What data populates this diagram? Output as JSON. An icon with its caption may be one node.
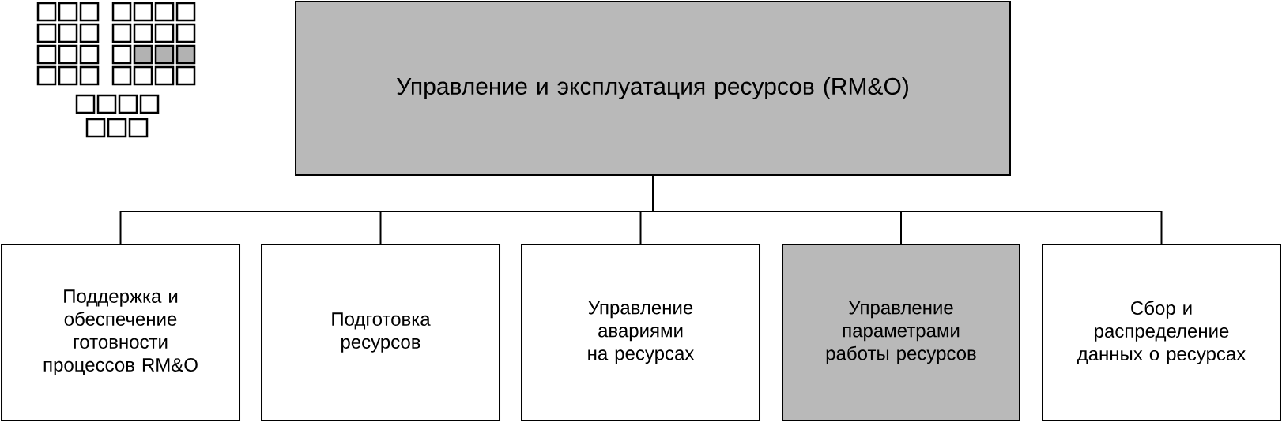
{
  "diagram": {
    "nodes": [
      {
        "text": [
          "Управление и эксплуатация ресурсов (RM&O)"
        ]
      },
      {
        "text": [
          "Поддержка и обеспечение готовности процессов RM&O"
        ]
      },
      {
        "text": [
          "Подготовка ресурсов"
        ]
      },
      {
        "text": [
          "Управление авариями на ресурсах"
        ]
      },
      {
        "text": [
          "Управление параметрами работы ресурсов"
        ]
      },
      {
        "text": [
          "Сбор и распределение данных о ресурсах"
        ]
      }
    ],
    "edges": [
      {
        "from": 0,
        "to": 1,
        "arrow": "none"
      },
      {
        "from": 0,
        "to": 2,
        "arrow": "none"
      },
      {
        "from": 0,
        "to": 3,
        "arrow": "none"
      },
      {
        "from": 0,
        "to": 4,
        "arrow": "none"
      },
      {
        "from": 0,
        "to": 5,
        "arrow": "none"
      }
    ]
  }
}
